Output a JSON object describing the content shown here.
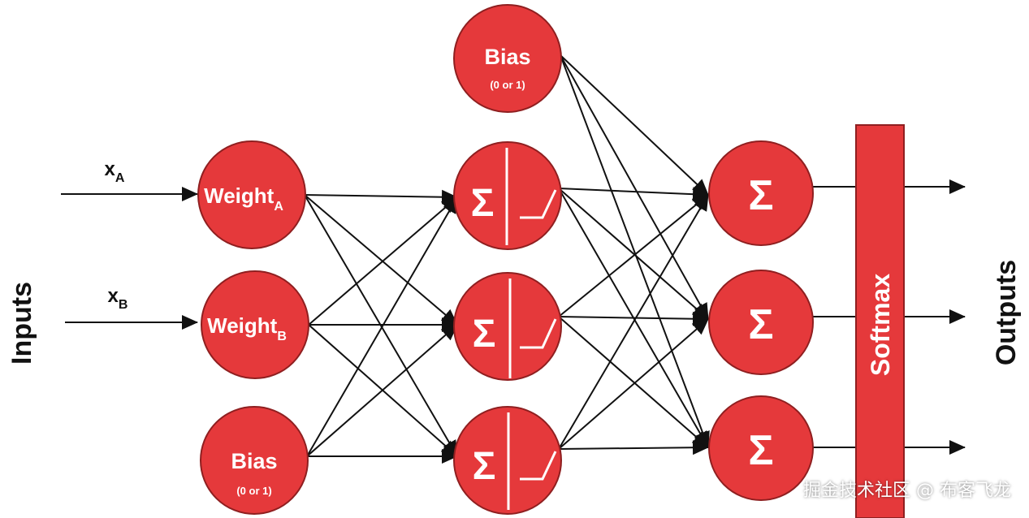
{
  "colors": {
    "node_fill": "#e5393b",
    "node_stroke": "#8f1f20",
    "line": "#111111",
    "text_on_node": "#ffffff"
  },
  "side_labels": {
    "left": "Inputs",
    "right": "Outputs"
  },
  "input_labels": {
    "a": {
      "base": "x",
      "sub": "A"
    },
    "b": {
      "base": "x",
      "sub": "B"
    }
  },
  "input_layer": {
    "weight_a": {
      "base": "Weight",
      "sub": "A"
    },
    "weight_b": {
      "base": "Weight",
      "sub": "B"
    },
    "bias": {
      "title": "Bias",
      "note": "(0 or 1)"
    }
  },
  "hidden_bias": {
    "title": "Bias",
    "note": "(0 or 1)"
  },
  "hidden_nodes": [
    {
      "symbol": "Σ",
      "activation": "relu-icon"
    },
    {
      "symbol": "Σ",
      "activation": "relu-icon"
    },
    {
      "symbol": "Σ",
      "activation": "relu-icon"
    }
  ],
  "output_nodes": [
    {
      "symbol": "Σ"
    },
    {
      "symbol": "Σ"
    },
    {
      "symbol": "Σ"
    }
  ],
  "softmax_label": "Softmax",
  "watermark": "掘金技术社区 @ 布客飞龙"
}
